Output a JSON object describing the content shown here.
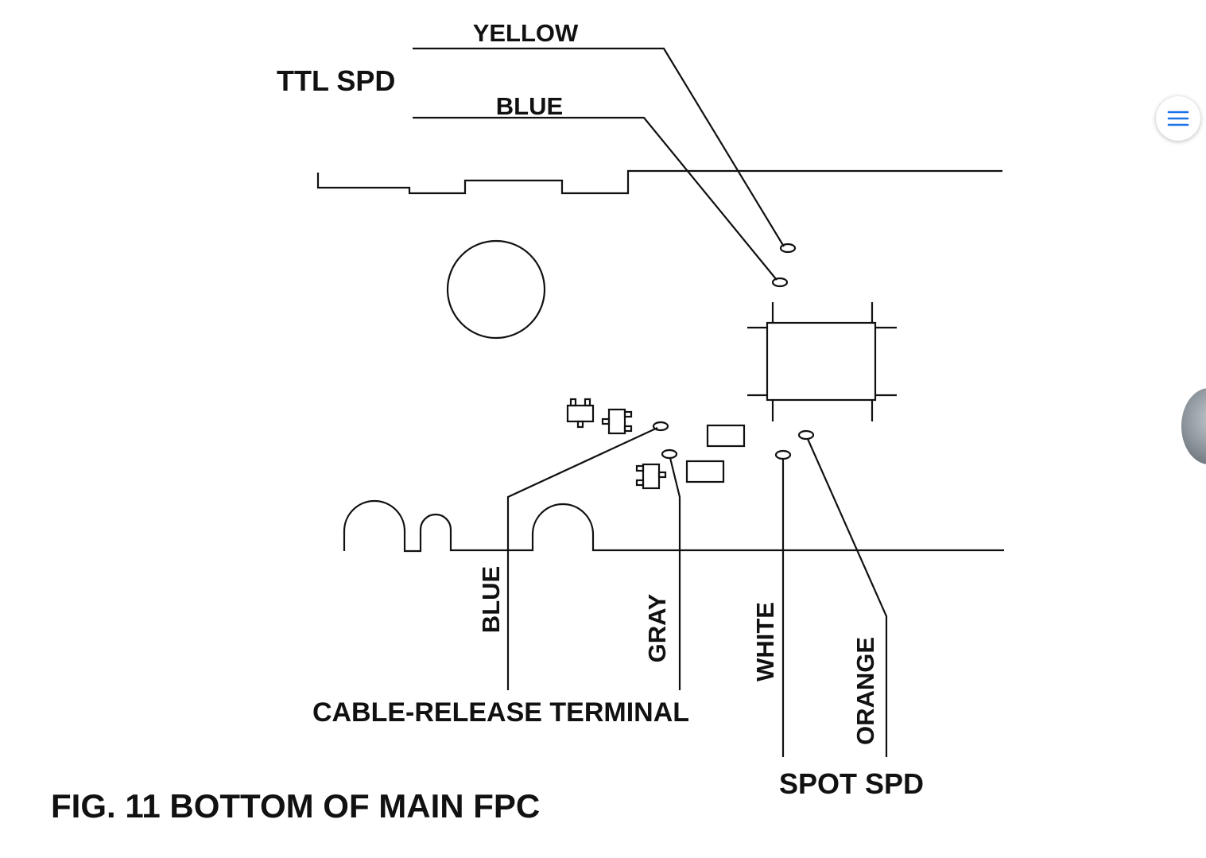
{
  "figure_caption": "FIG. 11 BOTTOM OF MAIN FPC",
  "groups": {
    "ttl_spd": "TTL SPD",
    "cable_release": "CABLE-RELEASE TERMINAL",
    "spot_spd": "SPOT SPD"
  },
  "wires": {
    "ttl_yellow": "YELLOW",
    "ttl_blue": "BLUE",
    "cable_blue": "BLUE",
    "cable_gray": "GRAY",
    "spot_white": "WHITE",
    "spot_orange": "ORANGE"
  },
  "controls": {
    "menu_icon": "hamburger-menu-icon"
  },
  "colors": {
    "line": "#111111",
    "menu_icon": "#1a73e8"
  }
}
